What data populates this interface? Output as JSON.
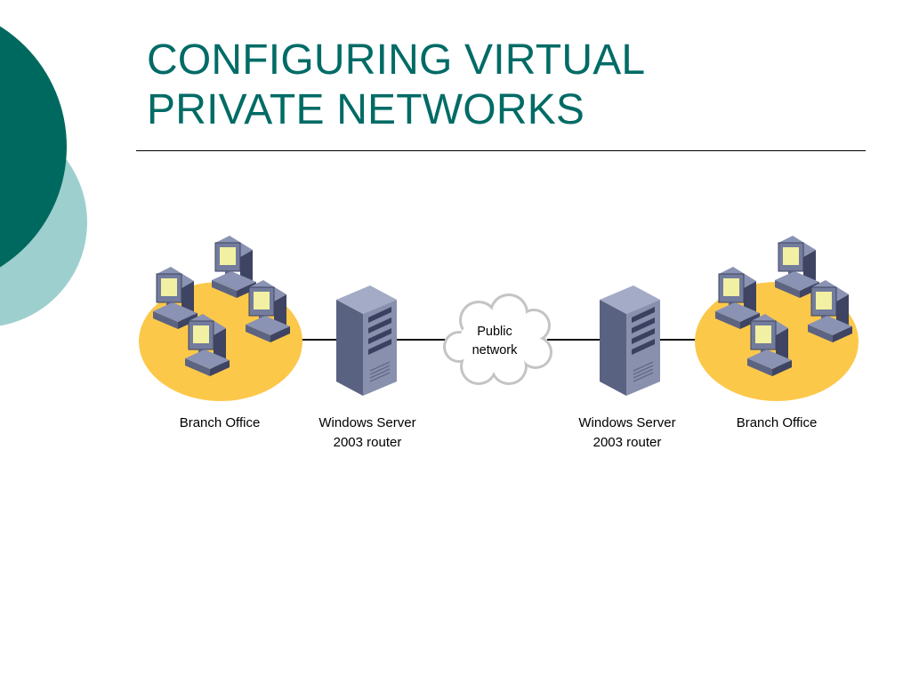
{
  "slide": {
    "title_lines": [
      "CONFIGURING VIRTUAL",
      "PRIVATE NETWORKS"
    ]
  },
  "diagram": {
    "left_branch": {
      "label": "Branch Office"
    },
    "left_router": {
      "label_lines": [
        "Windows Server",
        "2003 router"
      ]
    },
    "cloud": {
      "label_lines": [
        "Public",
        "network"
      ]
    },
    "right_router": {
      "label_lines": [
        "Windows Server",
        "2003 router"
      ]
    },
    "right_branch": {
      "label": "Branch Office"
    }
  },
  "colors": {
    "title": "#006b66",
    "circle_dark": "#00695f",
    "circle_light": "#9ecfcf",
    "branch_ellipse": "#fcc84a",
    "server_body": "#5f6784"
  }
}
